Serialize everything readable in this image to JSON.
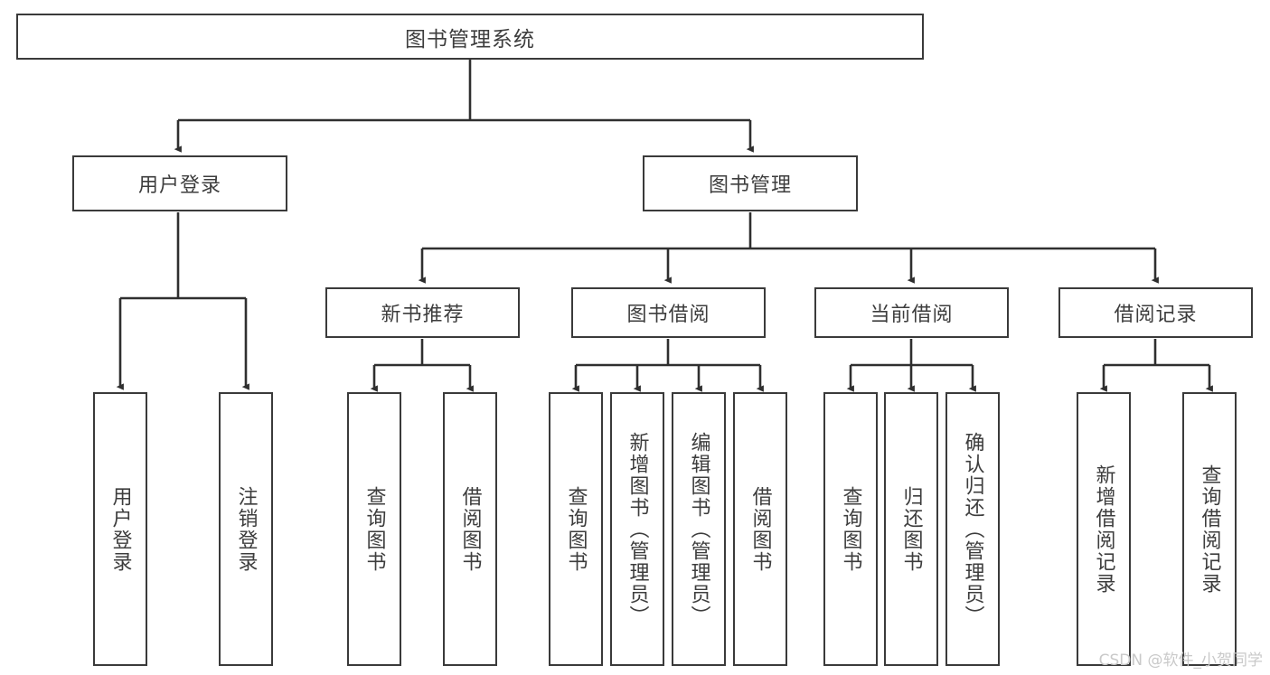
{
  "diagram": {
    "type": "tree-hierarchy-chart",
    "title": "图书管理系统",
    "stroke_color": "#3a3a3a",
    "text_color": "#3d3d3d",
    "background_color": "#ffffff",
    "root": {
      "label": "图书管理系统"
    },
    "level2": [
      {
        "label": "用户登录"
      },
      {
        "label": "图书管理"
      }
    ],
    "level3": [
      {
        "label": "新书推荐"
      },
      {
        "label": "图书借阅"
      },
      {
        "label": "当前借阅"
      },
      {
        "label": "借阅记录"
      }
    ],
    "leaves": {
      "user_login": [
        {
          "label": "用户登录"
        },
        {
          "label": "注销登录"
        }
      ],
      "new_book": [
        {
          "label": "查询图书"
        },
        {
          "label": "借阅图书"
        }
      ],
      "book_borrow": [
        {
          "label": "查询图书"
        },
        {
          "label": "新增图书（管理员）"
        },
        {
          "label": "编辑图书（管理员）"
        },
        {
          "label": "借阅图书"
        }
      ],
      "current_borrow": [
        {
          "label": "查询图书"
        },
        {
          "label": "归还图书"
        },
        {
          "label": "确认归还（管理员）"
        }
      ],
      "borrow_record": [
        {
          "label": "新增借阅记录"
        },
        {
          "label": "查询借阅记录"
        }
      ]
    }
  },
  "watermark": {
    "text": "CSDN @软件_小贺同学"
  }
}
